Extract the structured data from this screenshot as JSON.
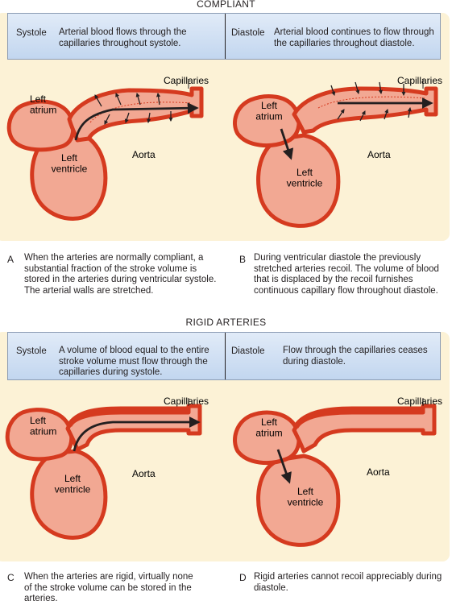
{
  "compliant": {
    "heading": "COMPLIANT",
    "systole": {
      "label": "Systole",
      "text": [
        "Arterial blood flows through the",
        "capillaries throughout systole."
      ]
    },
    "diastole": {
      "label": "Diastole",
      "text": [
        "Arterial blood continues to flow through",
        "the capillaries throughout diastole."
      ]
    },
    "labels": {
      "capillaries": "Capillaries",
      "aorta": "Aorta",
      "atrium": [
        "Left",
        "atrium"
      ],
      "ventricle": [
        "Left",
        "ventricle"
      ]
    },
    "caption_a": {
      "letter": "A",
      "lines": [
        "When the arteries are normally compliant, a",
        "substantial fraction of the stroke volume is",
        "stored in the arteries during ventricular systole.",
        "The arterial walls are stretched."
      ]
    },
    "caption_b": {
      "letter": "B",
      "lines": [
        "During ventricular diastole the previously",
        "stretched arteries recoil.  The volume of blood",
        "that is displaced by the recoil furnishes",
        "continuous capillary flow throughout diastole."
      ]
    }
  },
  "rigid": {
    "heading": "RIGID ARTERIES",
    "systole": {
      "label": "Systole",
      "text": [
        "A volume of blood equal to the entire",
        "stroke volume must flow through the",
        "capillaries during systole."
      ]
    },
    "diastole": {
      "label": "Diastole",
      "text": [
        "Flow through the capillaries ceases",
        "during diastole."
      ]
    },
    "labels": {
      "capillaries": "Capillaries",
      "aorta": "Aorta",
      "atrium": [
        "Left",
        "atrium"
      ],
      "ventricle": [
        "Left",
        "ventricle"
      ]
    },
    "caption_c": {
      "letter": "C",
      "lines": [
        "When the arteries are rigid, virtually none",
        "of the stroke volume can be stored in the",
        "arteries."
      ]
    },
    "caption_d": {
      "letter": "D",
      "lines": [
        "Rigid arteries cannot recoil appreciably during",
        "diastole."
      ]
    }
  },
  "colors": {
    "panel": "#fcf2d6",
    "phase_box": "#c9dbf1",
    "tissue": "#f2a893",
    "wall": "#d53a1f",
    "arrow": "#231f20"
  }
}
